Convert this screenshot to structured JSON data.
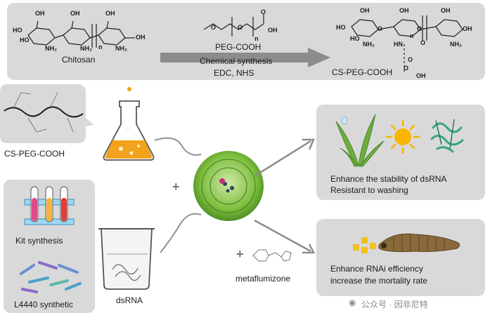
{
  "top_panel": {
    "chitosan_label": "Chitosan",
    "peg_label": "PEG-COOH",
    "reaction_line1": "Chemical synthesis",
    "reaction_line2": "EDC, NHS",
    "product_label": "CS-PEG-COOH"
  },
  "left_panel": {
    "polymer_label": "CS-PEG-COOH",
    "kit_label": "Kit synthesis",
    "l4440_label": "L4440 synthetic"
  },
  "center": {
    "dsrna_label": "dsRNA",
    "plus_signs": [
      "+",
      "+"
    ],
    "metaflumizone_label": "metaflumizone"
  },
  "outcomes": {
    "top_line1": "Enhance the stability of dsRNA",
    "top_line2": "Resistant to washing",
    "bottom_line1": "Enhance RNAi efficiency",
    "bottom_line2": "increase the mortality rate"
  },
  "watermark": "公众号 · 因非尼特",
  "chem_text": {
    "oh": "OH",
    "ho": "HO",
    "nh2": "NH₂",
    "n": "n",
    "o": "O",
    "hn": "HN"
  },
  "colors": {
    "panel": "#d9d9d9",
    "arrow": "#8c8c8c",
    "flask_liquid": "#f2a21c",
    "nanoparticle": "#7fbf3f",
    "leaf": "#6cae3c",
    "sun": "#f7b500",
    "protein": "#3aa67a",
    "larva": "#8a6a3a"
  }
}
